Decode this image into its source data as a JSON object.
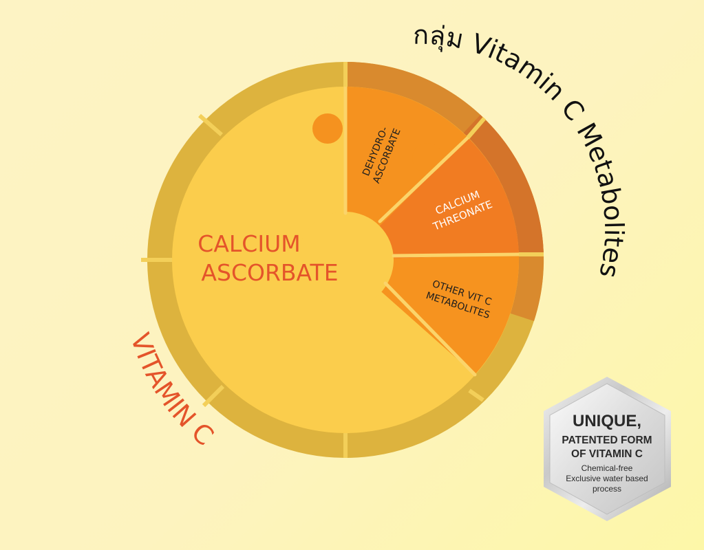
{
  "diagram": {
    "center_label_line1": "CALCIUM",
    "center_label_line2": "ASCORBATE",
    "segments": {
      "dehydro_line1": "DEHYDRO-",
      "dehydro_line2": "ASCORBATE",
      "threonate_line1": "CALCIUM",
      "threonate_line2": "THREONATE",
      "other_line1": "OTHER VIT C",
      "other_line2": "METABOLITES"
    },
    "outer_label_metabolites": "กลุ่ม Vitamin C Metabolites",
    "outer_label_vitamin": "VITAMIN C",
    "colors": {
      "ring": "#ddb33e",
      "inner": "#fbcd4c",
      "dehydro": "#f5921f",
      "threonate": "#f17c22",
      "other": "#f6931f",
      "ring_orange": "#d98a2e",
      "ring_dark_orange": "#d4742a",
      "accent_text": "#e4542a"
    }
  },
  "badge": {
    "line1": "UNIQUE,",
    "line2": "PATENTED FORM",
    "line3": "OF VITAMIN C",
    "line4": "Chemical-free",
    "line5": "Exclusive water based",
    "line6": "process"
  }
}
